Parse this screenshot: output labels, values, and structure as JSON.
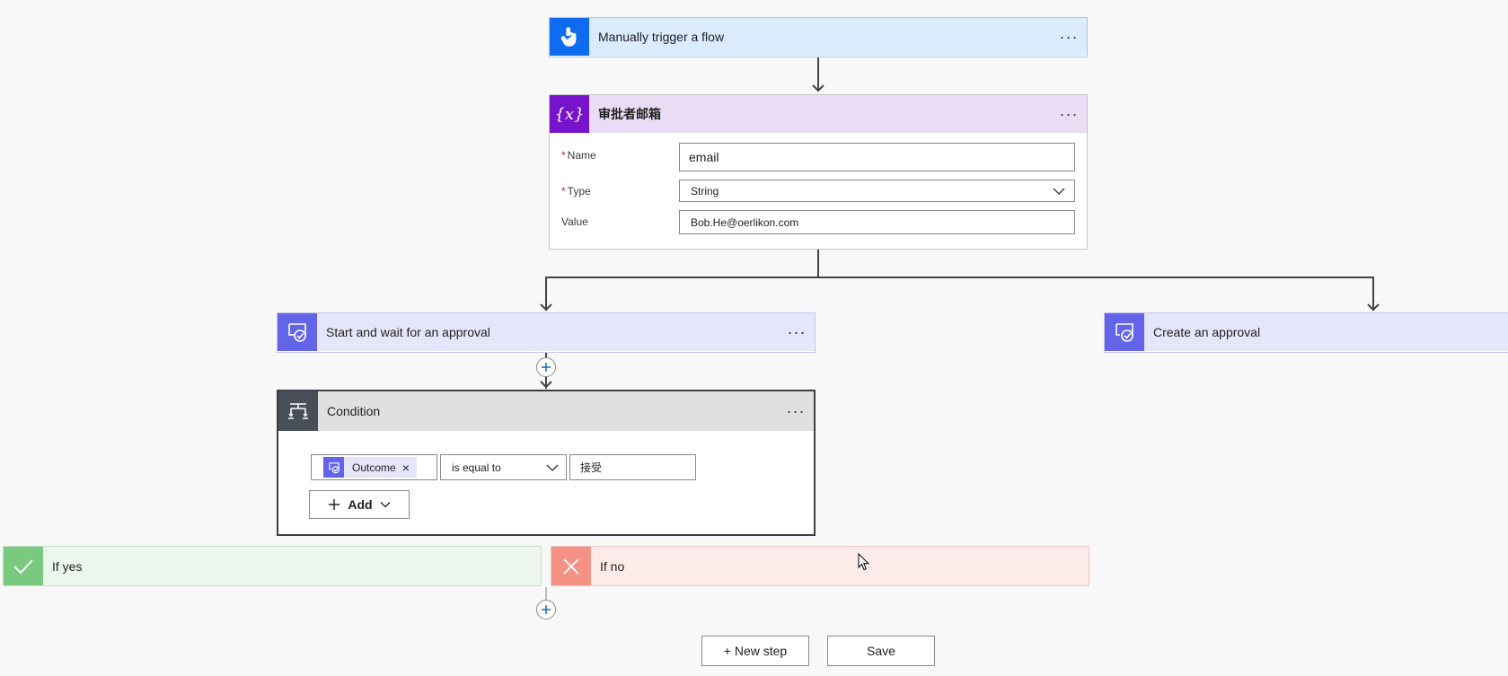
{
  "trigger": {
    "title": "Manually trigger a flow",
    "more": "···"
  },
  "variable": {
    "title": "审批者邮箱",
    "more": "···",
    "name_label": "Name",
    "name_value": "email",
    "type_label": "Type",
    "type_value": "String",
    "value_label": "Value",
    "value_value": "Bob.He@oerlikon.com",
    "required_mark": "*"
  },
  "approval_wait": {
    "title": "Start and wait for an approval",
    "more": "···"
  },
  "approval_create": {
    "title": "Create an approval"
  },
  "condition": {
    "title": "Condition",
    "more": "···",
    "token_label": "Outcome",
    "token_remove": "×",
    "operator": "is equal to",
    "compare_value": "接受",
    "add_label": "Add"
  },
  "branches": {
    "yes_label": "If yes",
    "no_label": "If no"
  },
  "footer": {
    "new_step": "+ New step",
    "save": "Save"
  },
  "colors": {
    "trigger_accent": "#0f6cf0",
    "trigger_bg": "#d9ebfc",
    "variable_accent": "#7713cc",
    "variable_bg": "#ebdcf6",
    "approval_accent": "#6464e8",
    "approval_bg": "#e6e6fa",
    "condition_accent": "#484f58",
    "condition_bg": "#e0e0e0",
    "yes_accent": "#79c97f",
    "yes_bg": "#ecf6ec",
    "no_accent": "#f59286",
    "no_bg": "#fdebe9"
  }
}
